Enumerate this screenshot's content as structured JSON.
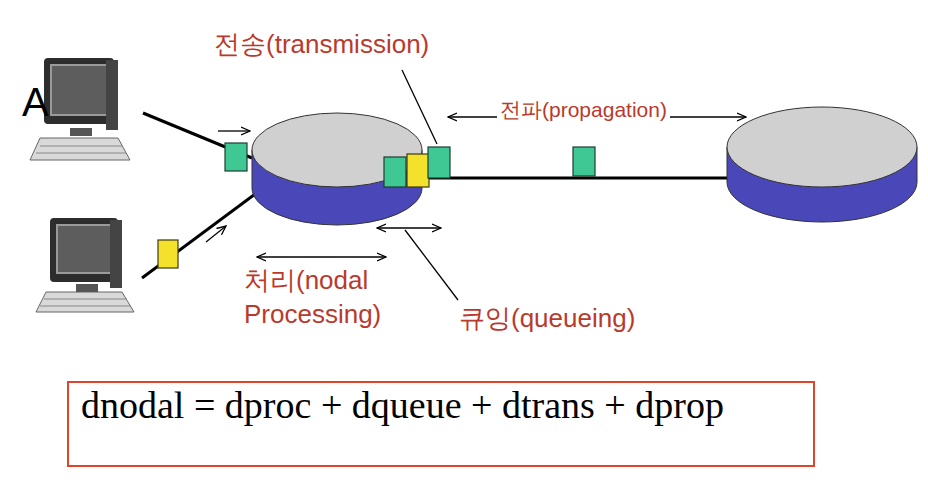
{
  "diagram": {
    "nodes": [
      {
        "text": [
          "dnodal = dproc + dqueue + dtrans + dprop"
        ]
      }
    ],
    "labels": [
      "전송(transmission)",
      "A",
      "전파(propagation)",
      "처리(nodal Processing)",
      "큐잉(queueing)"
    ]
  }
}
